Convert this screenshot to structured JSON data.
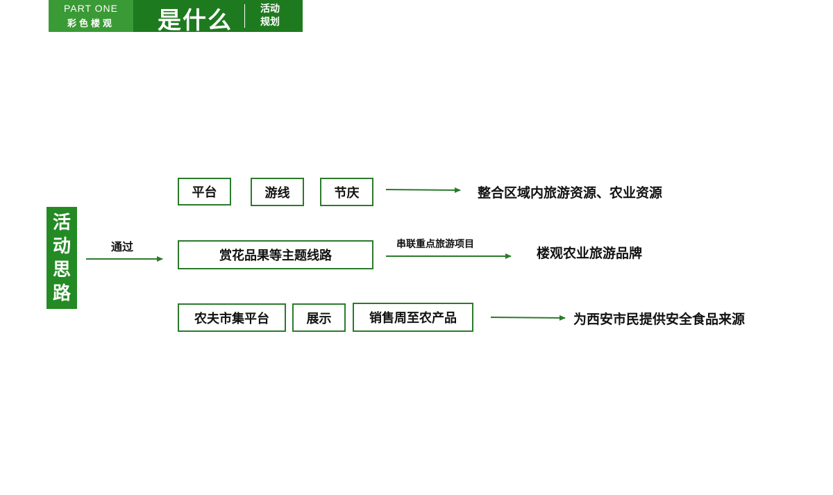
{
  "header": {
    "part_label": "PART ONE",
    "part_sub": "彩色楼观",
    "title": "是什么",
    "side_line1": "活动",
    "side_line2": "规划"
  },
  "vertical_label": [
    "活",
    "动",
    "思",
    "路"
  ],
  "via_label": "通过",
  "row1": {
    "boxes": [
      "平台",
      "游线",
      "节庆"
    ],
    "result": "整合区域内旅游资源、农业资源"
  },
  "row2": {
    "box": "赏花品果等主题线路",
    "arrow_label": "串联重点旅游项目",
    "result": "楼观农业旅游品牌"
  },
  "row3": {
    "boxes": [
      "农夫市集平台",
      "展示",
      "销售周至农产品"
    ],
    "result": "为西安市民提供安全食品来源"
  },
  "colors": {
    "header_light": "#3a9a35",
    "header_dark": "#1e7a1e",
    "accent": "#248a24",
    "border": "#2a7a2a"
  }
}
